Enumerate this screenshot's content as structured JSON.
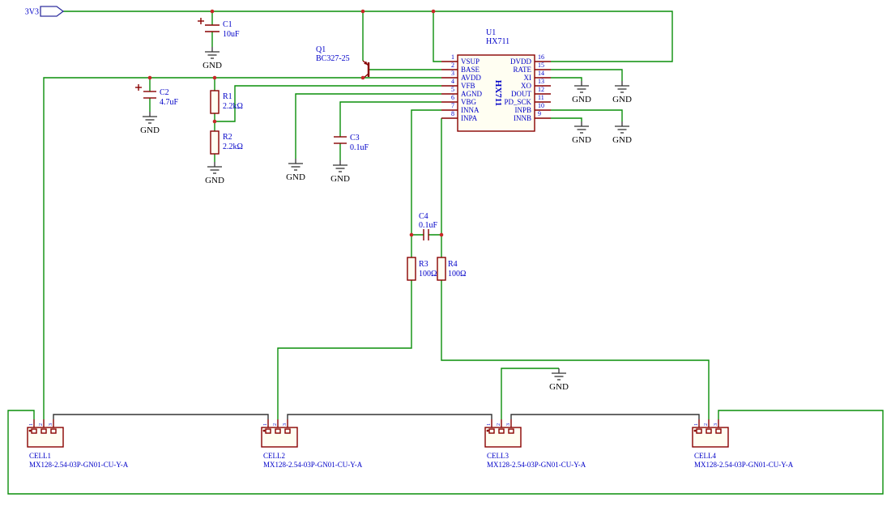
{
  "power": {
    "rail_label": "3V3",
    "gnd_label": "GND"
  },
  "ic": {
    "ref": "U1",
    "value": "HX711",
    "body_label": "HX711",
    "left_pins": [
      {
        "num": "1",
        "name": "VSUP"
      },
      {
        "num": "2",
        "name": "BASE"
      },
      {
        "num": "3",
        "name": "AVDD"
      },
      {
        "num": "4",
        "name": "VFB"
      },
      {
        "num": "5",
        "name": "AGND"
      },
      {
        "num": "6",
        "name": "VBG"
      },
      {
        "num": "7",
        "name": "INNA"
      },
      {
        "num": "8",
        "name": "INPA"
      }
    ],
    "right_pins": [
      {
        "num": "16",
        "name": "DVDD"
      },
      {
        "num": "15",
        "name": "RATE"
      },
      {
        "num": "14",
        "name": "XI"
      },
      {
        "num": "13",
        "name": "XO"
      },
      {
        "num": "12",
        "name": "DOUT"
      },
      {
        "num": "11",
        "name": "PD_SCK"
      },
      {
        "num": "10",
        "name": "INPB"
      },
      {
        "num": "9",
        "name": "INNB"
      }
    ]
  },
  "transistor": {
    "ref": "Q1",
    "value": "BC327-25"
  },
  "capacitors": {
    "c1": {
      "ref": "C1",
      "value": "10uF"
    },
    "c2": {
      "ref": "C2",
      "value": "4.7uF"
    },
    "c3": {
      "ref": "C3",
      "value": "0.1uF"
    },
    "c4": {
      "ref": "C4",
      "value": "0.1uF"
    }
  },
  "resistors": {
    "r1": {
      "ref": "R1",
      "value": "2.2kΩ"
    },
    "r2": {
      "ref": "R2",
      "value": "2.2kΩ"
    },
    "r3": {
      "ref": "R3",
      "value": "100Ω"
    },
    "r4": {
      "ref": "R4",
      "value": "100Ω"
    }
  },
  "connectors": [
    {
      "ref": "CELL1",
      "part": "MX128-2.54-03P-GN01-CU-Y-A",
      "pins": [
        "1",
        "2",
        "3"
      ]
    },
    {
      "ref": "CELL2",
      "part": "MX128-2.54-03P-GN01-CU-Y-A",
      "pins": [
        "1",
        "2",
        "3"
      ]
    },
    {
      "ref": "CELL3",
      "part": "MX128-2.54-03P-GN01-CU-Y-A",
      "pins": [
        "1",
        "2",
        "3"
      ]
    },
    {
      "ref": "CELL4",
      "part": "MX128-2.54-03P-GN01-CU-Y-A",
      "pins": [
        "1",
        "2",
        "3"
      ]
    }
  ],
  "colors": {
    "wire": "#0A8F0A",
    "symbol_outline": "#880000",
    "label_blue": "#0000C8",
    "junction": "#C62828",
    "gnd_symbol": "#333333",
    "link_wire": "#333333",
    "background": "#FFFFFF"
  }
}
